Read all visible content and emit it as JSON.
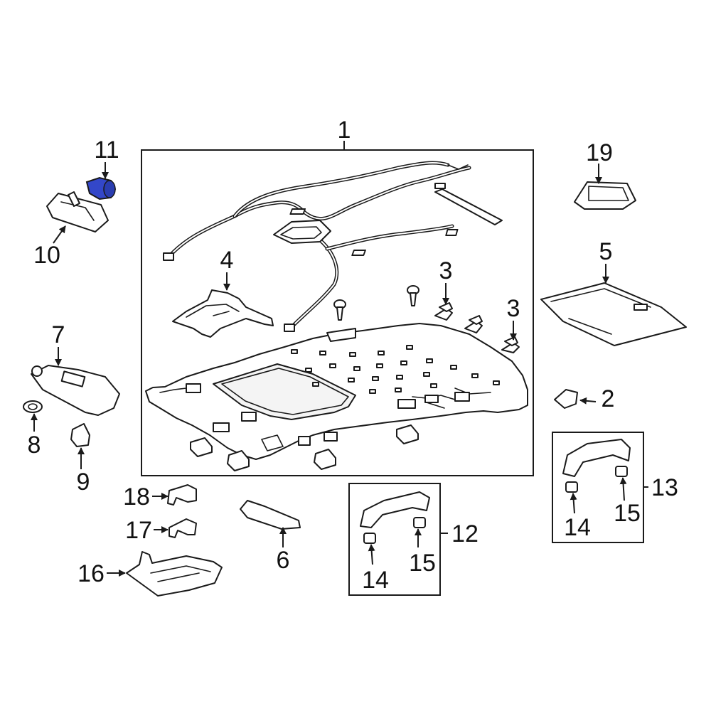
{
  "diagram": {
    "callouts": [
      {
        "id": "1",
        "label": "1"
      },
      {
        "id": "2",
        "label": "2"
      },
      {
        "id": "3a",
        "label": "3"
      },
      {
        "id": "3b",
        "label": "3"
      },
      {
        "id": "4",
        "label": "4"
      },
      {
        "id": "5",
        "label": "5"
      },
      {
        "id": "6",
        "label": "6"
      },
      {
        "id": "7",
        "label": "7"
      },
      {
        "id": "8",
        "label": "8"
      },
      {
        "id": "9",
        "label": "9"
      },
      {
        "id": "10",
        "label": "10"
      },
      {
        "id": "11",
        "label": "11"
      },
      {
        "id": "12",
        "label": "12"
      },
      {
        "id": "13",
        "label": "13"
      },
      {
        "id": "14a",
        "label": "14"
      },
      {
        "id": "15a",
        "label": "15"
      },
      {
        "id": "14b",
        "label": "14"
      },
      {
        "id": "15b",
        "label": "15"
      },
      {
        "id": "16",
        "label": "16"
      },
      {
        "id": "17",
        "label": "17"
      },
      {
        "id": "18",
        "label": "18"
      },
      {
        "id": "19",
        "label": "19"
      }
    ],
    "highlight_color": "#3347c9"
  }
}
